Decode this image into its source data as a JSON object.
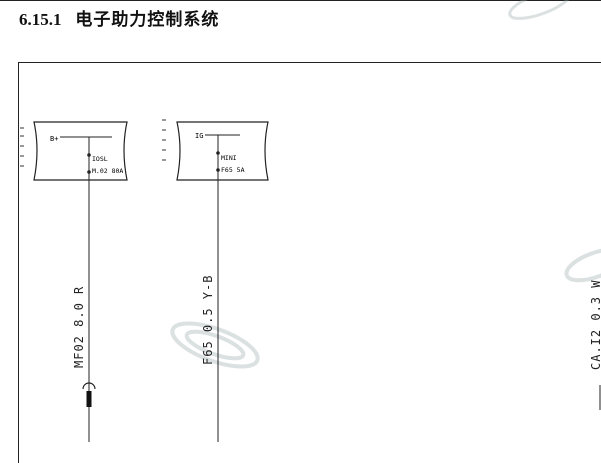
{
  "section": {
    "number": "6.15.1",
    "title": "电子助力控制系统"
  },
  "fuse_boxes": [
    {
      "supply": "B+",
      "fuse_name": "IOSL",
      "fuse_id": "M.02  80A"
    },
    {
      "supply": "IG",
      "fuse_name": "MINI",
      "fuse_id": "F65  5A"
    }
  ],
  "wires": [
    {
      "label": "MF02  8.0  R"
    },
    {
      "label": "F65  0.5  Y-B"
    },
    {
      "label": "CA.I2  0.3  W"
    }
  ]
}
